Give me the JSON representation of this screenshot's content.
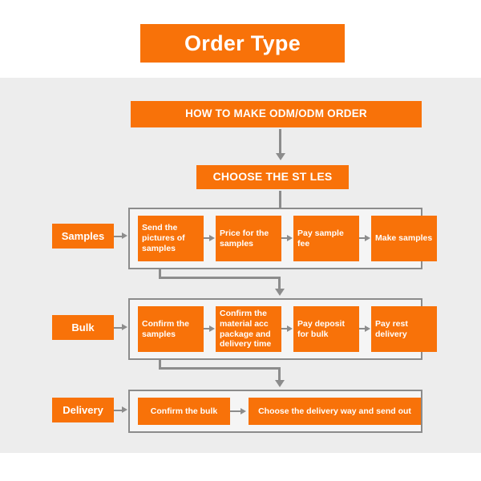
{
  "title": {
    "text": "Order Type"
  },
  "banners": {
    "main": "HOW TO MAKE ODM/ODM ORDER",
    "sub": "CHOOSE THE ST LES"
  },
  "colors": {
    "orange": "#f87209",
    "panel_background": "#ededed",
    "page_background": "#ffffff",
    "connector": "#8c8c8c",
    "text_on_orange": "#ffffff"
  },
  "rows": [
    {
      "label": "Samples",
      "steps": [
        "Send the pictures of samples",
        "Price for the samples",
        "Pay sample fee",
        "Make samples"
      ]
    },
    {
      "label": "Bulk",
      "steps": [
        "Confirm the samples",
        "Confirm the material acc package and delivery time",
        "Pay deposit for bulk",
        "Pay rest delivery"
      ]
    },
    {
      "label": "Delivery",
      "steps": [
        "Confirm the bulk",
        "Choose the delivery way and send out"
      ]
    }
  ]
}
